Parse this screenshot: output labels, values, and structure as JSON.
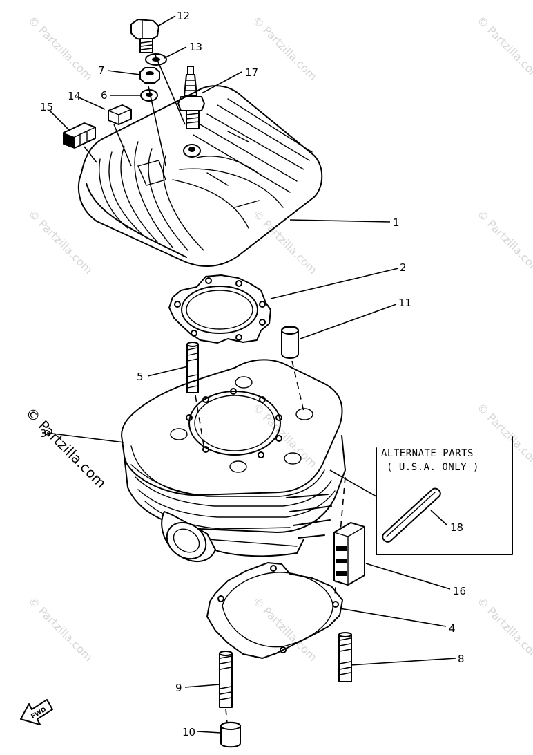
{
  "diagram": {
    "watermark_text": "© Partzilla.com",
    "alternate_box": {
      "title": "ALTERNATE PARTS",
      "subtitle": "( U.S.A. ONLY )"
    },
    "direction_label": "FWD",
    "callouts": {
      "c1": "1",
      "c2": "2",
      "c3": "3",
      "c4": "4",
      "c5": "5",
      "c6": "6",
      "c7": "7",
      "c8": "8",
      "c9": "9",
      "c10": "10",
      "c11": "11",
      "c12": "12",
      "c13": "13",
      "c14": "14",
      "c15": "15",
      "c16": "16",
      "c17": "17",
      "c18": "18"
    }
  }
}
